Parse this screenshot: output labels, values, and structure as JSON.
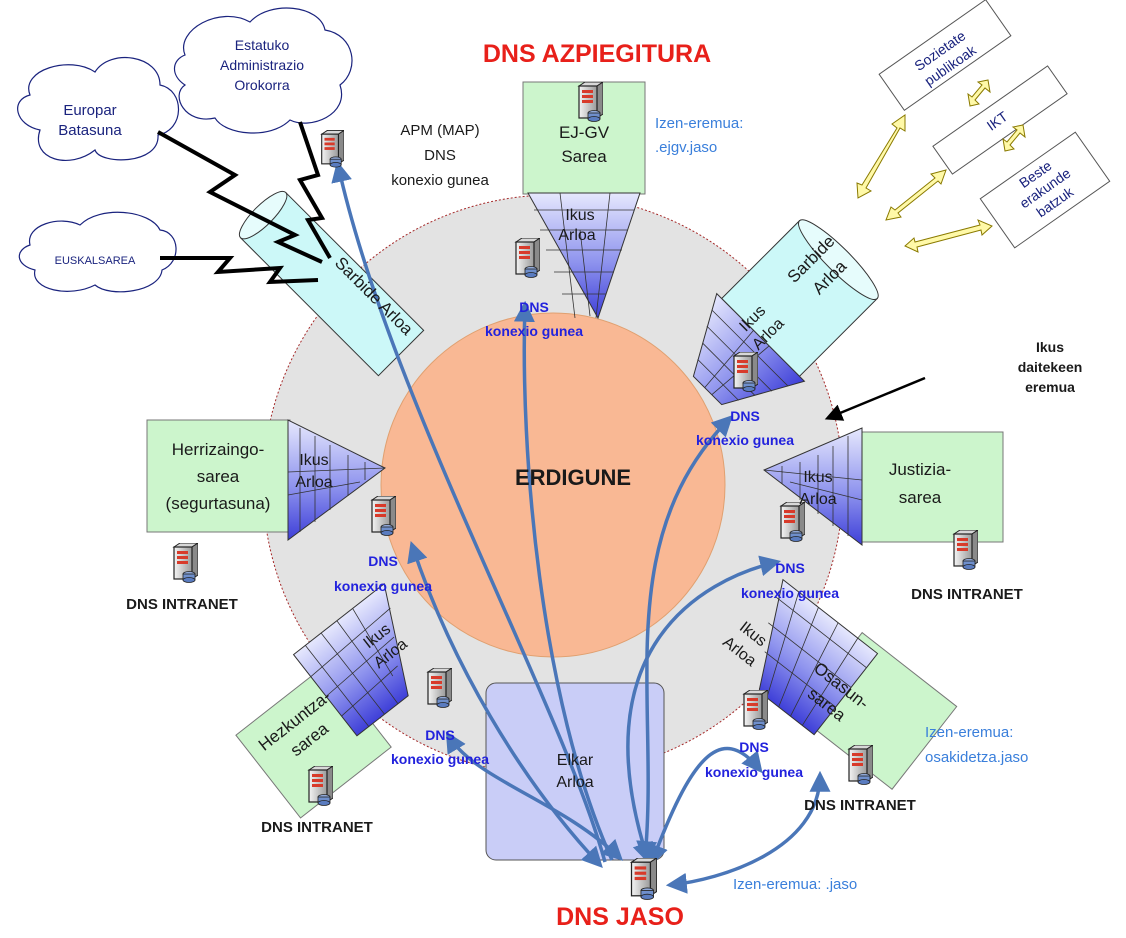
{
  "title": "DNS AZPIEGITURA",
  "bottom_title": "DNS JASO",
  "center": "ERDIGUNE",
  "shared_area": [
    "Elkar",
    "Arloa"
  ],
  "ikus_label": [
    "Ikus",
    "Arloa"
  ],
  "sarbide_left": "Sarbide Arloa",
  "sarbide_right": [
    "Sarbide",
    "Arloa"
  ],
  "networks": {
    "ejgv": [
      "EJ-GV",
      "Sarea"
    ],
    "herrizaingo": [
      "Herrizaingo-",
      "sarea",
      "(segurtasuna)"
    ],
    "justizia": [
      "Justizia-",
      "sarea"
    ],
    "hezkuntza": [
      "Hezkuntza-",
      "sarea"
    ],
    "osasun": [
      "Osasun-",
      "sarea"
    ]
  },
  "clouds": {
    "europar": [
      "Europar",
      "Batasuna"
    ],
    "estatuko": [
      "Estatuko",
      "Administrazio",
      "Orokorra"
    ],
    "euskalsarea": "EUSKALSAREA"
  },
  "apm": [
    "APM (MAP)",
    "DNS",
    "konexio gunea"
  ],
  "dns_node": [
    "DNS",
    "konexio gunea"
  ],
  "dns_intranet": "DNS INTRANET",
  "zones": {
    "ejgv": [
      "Izen-eremua:",
      ".ejgv.jaso"
    ],
    "osakidetza": [
      "Izen-eremua:",
      "osakidetza.jaso"
    ],
    "jaso": "Izen-eremua: .jaso"
  },
  "visible_area": [
    "Ikus",
    "daitekeen",
    "eremua"
  ],
  "right_boxes": {
    "sozietate": [
      "Sozietate",
      "publikoak"
    ],
    "ikt": "IKT",
    "beste": [
      "Beste",
      "erakunde",
      "batzuk"
    ]
  },
  "colors": {
    "title_red": "#e8201a",
    "dns_blue": "#2222dd",
    "zone_blue": "#3a7fdb",
    "arrow_blue": "#4a76b8",
    "center_fill": "#f9b894",
    "ring_fill": "#e3e3e3",
    "network_green": "#ccf5cc",
    "access_cyan": "#ccf8f8",
    "shared_lavender": "#c9cdf7"
  }
}
